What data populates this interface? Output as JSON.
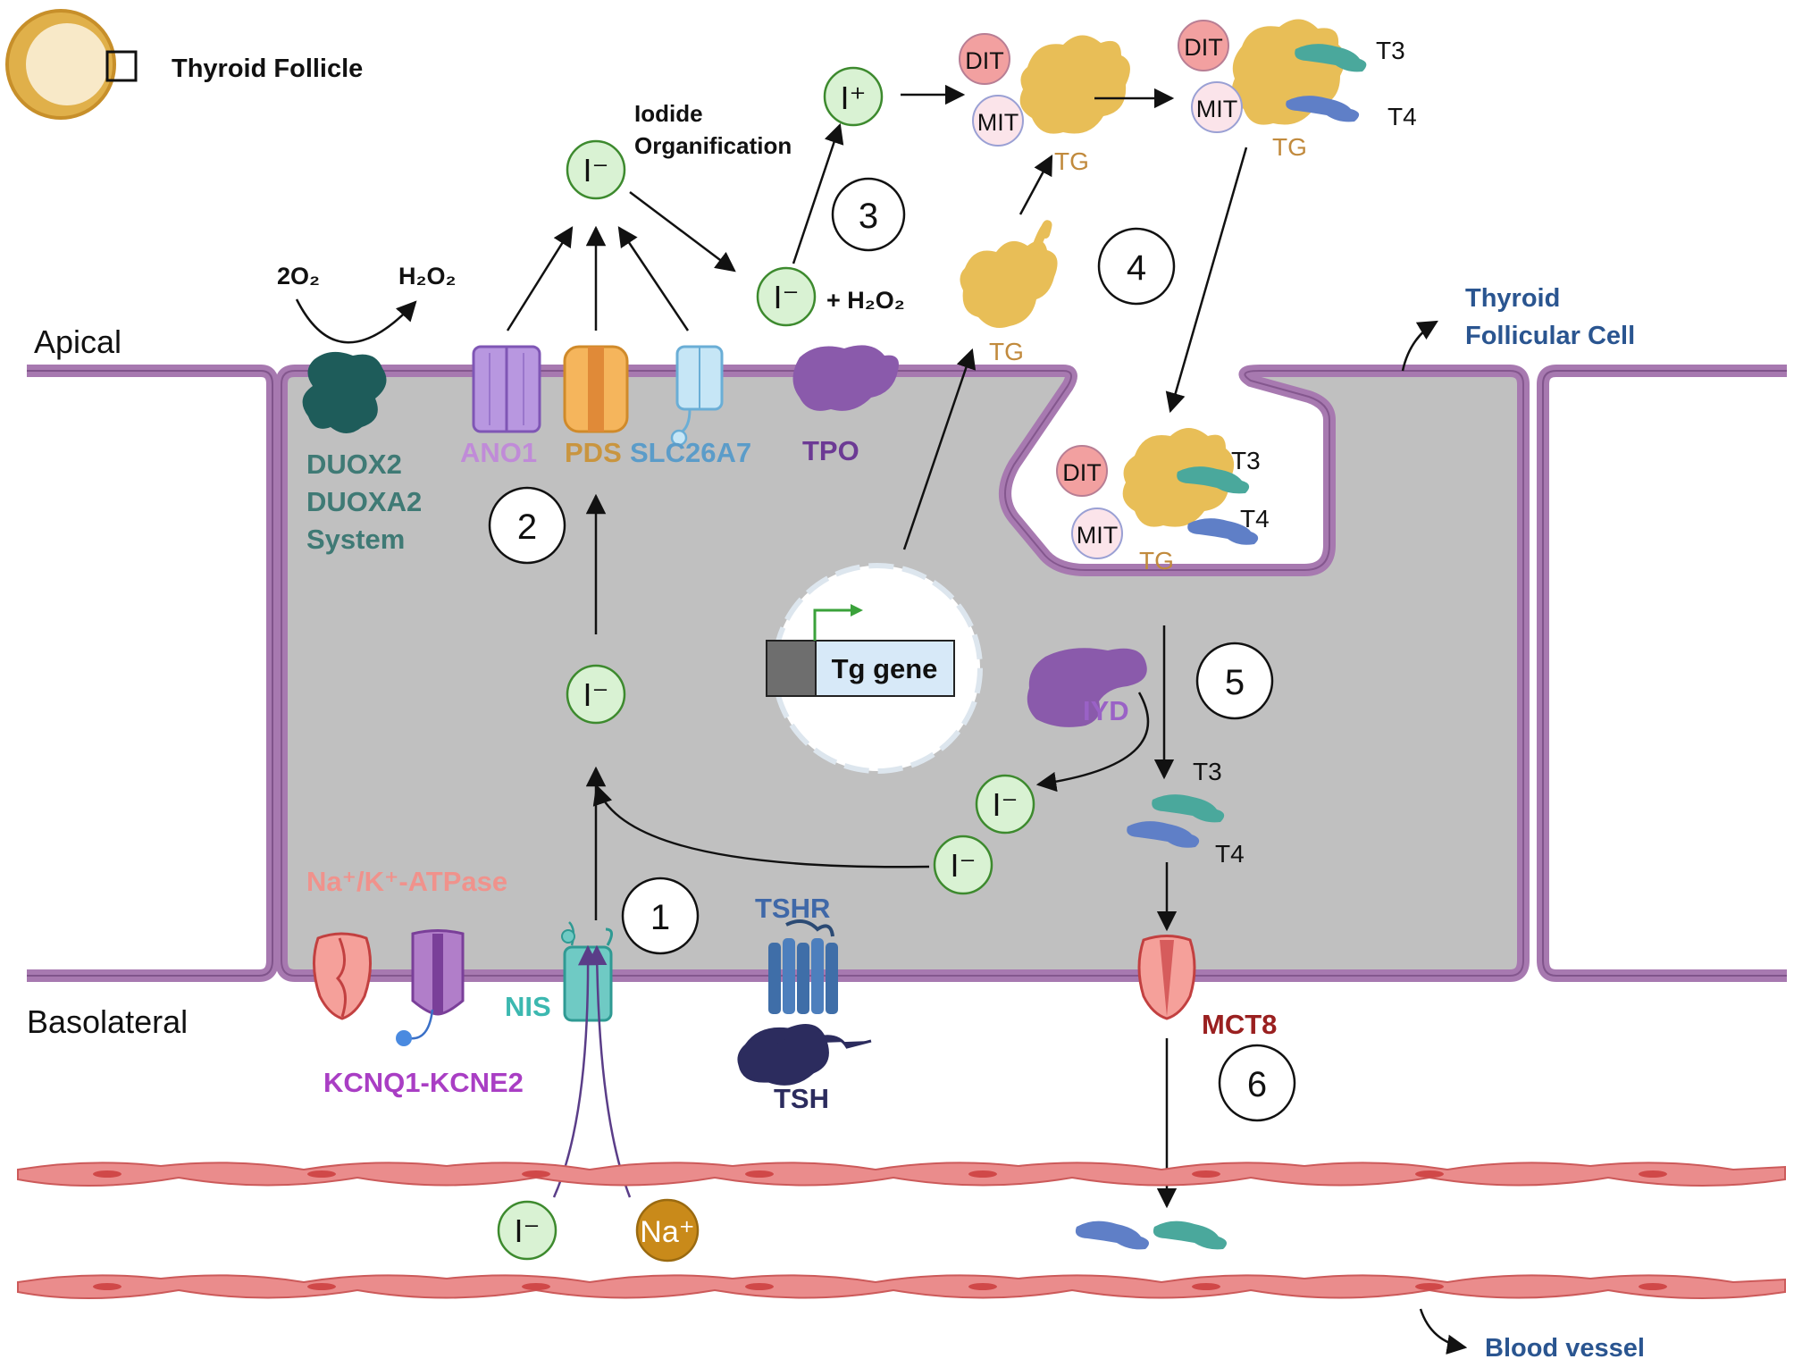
{
  "legend": {
    "title": "Thyroid Follicle"
  },
  "regions": {
    "apical": "Apical",
    "basolateral": "Basolateral",
    "cell": "Thyroid Follicular Cell",
    "cell_line1": "Thyroid",
    "cell_line2": "Follicular Cell",
    "vessel": "Blood vessel"
  },
  "proteins": {
    "duox_line1": "DUOX2",
    "duox_line2": "DUOXA2",
    "duox_line3": "System",
    "ano1": "ANO1",
    "pds": "PDS",
    "slc26a7": "SLC26A7",
    "tpo": "TPO",
    "nakatpase": "Na⁺/K⁺-ATPase",
    "kcnq": "KCNQ1-KCNE2",
    "nis": "NIS",
    "tshr": "TSHR",
    "tsh": "TSH",
    "iyd": "IYD",
    "mct8": "MCT8"
  },
  "labels": {
    "organification_line1": "Iodide",
    "organification_line2": "Organification",
    "o2": "2O₂",
    "h2o2": "H₂O₂",
    "plus_h2o2": "+ H₂O₂",
    "tg": "TG",
    "dit": "DIT",
    "mit": "MIT",
    "t3": "T3",
    "t4": "T4",
    "tg_gene": "Tg gene"
  },
  "ions": {
    "iodide": "I⁻",
    "iodine_plus": "I⁺",
    "sodium": "Na⁺"
  },
  "steps": [
    "1",
    "2",
    "3",
    "4",
    "5",
    "6"
  ],
  "colors": {
    "membrane": "#a779b0",
    "cytoplasm": "#c0c0c0",
    "ion_fill": "#d9f2d3",
    "ion_stroke": "#3d8a2e",
    "tg": "#e8be57",
    "t3": "#4aa89c",
    "t4": "#5f7fc7",
    "duox": "#1e5c5a",
    "ano1": "#a67fd6",
    "pds": "#e89a3a",
    "slc26a7": "#5aa7d6",
    "tpo": "#6c3a94",
    "nakatpase": "#f08a84",
    "kcnq": "#a93ec4",
    "nis": "#2fb8b0",
    "tshr": "#3a5f96",
    "tsh": "#2c2c5e",
    "iyd": "#6e3a94",
    "mct8": "#9a2020",
    "sodium": "#c98a1a",
    "vessel": "#e07474",
    "dit_fill": "#f2a0a0",
    "mit_fill": "#fbe4ea"
  }
}
